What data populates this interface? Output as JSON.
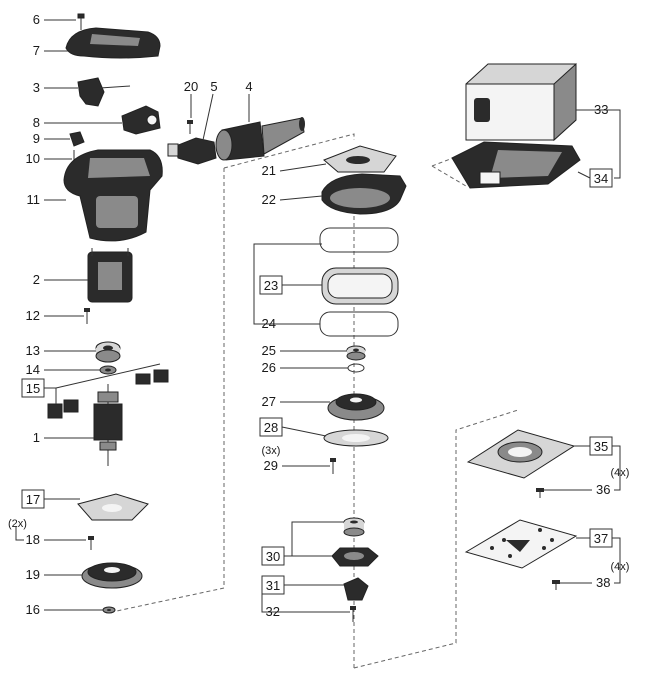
{
  "labels": {
    "p1": "1",
    "p2": "2",
    "p3": "3",
    "p4": "4",
    "p5": "5",
    "p6": "6",
    "p7": "7",
    "p8": "8",
    "p9": "9",
    "p10": "10",
    "p11": "11",
    "p12": "12",
    "p13": "13",
    "p14": "14",
    "p15": "15",
    "p16": "16",
    "p17": "17",
    "p18": "18",
    "p19": "19",
    "p20": "20",
    "p21": "21",
    "p22": "22",
    "p23": "23",
    "p24": "24",
    "p25": "25",
    "p26": "26",
    "p27": "27",
    "p28": "28",
    "p29": "29",
    "p30": "30",
    "p31": "31",
    "p32": "32",
    "p33": "33",
    "p34": "34",
    "p35": "35",
    "p36": "36",
    "p37": "37",
    "p38": "38"
  },
  "quantities": {
    "q18": "(2x)",
    "q29": "(3x)",
    "q36": "(4x)",
    "q38": "(4x)"
  }
}
